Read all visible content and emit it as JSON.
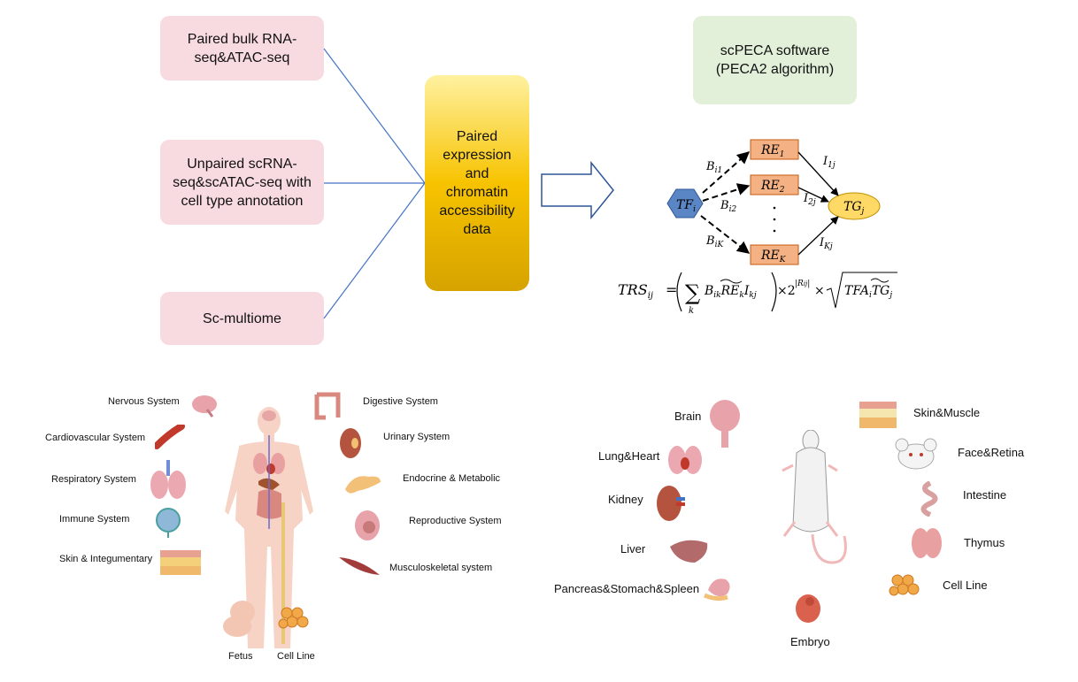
{
  "inputs": {
    "bulk": "Paired bulk RNA-\nseq&ATAC-seq",
    "unpaired": "Unpaired scRNA-\nseq&scATAC-seq with\ncell type annotation",
    "multiome": "Sc-multiome"
  },
  "central": "Paired\nexpression\nand\nchromatin\naccessibility\ndata",
  "software": "scPECA software\n(PECA2 algorithm)",
  "network": {
    "tf": "TF",
    "tf_sub": "i",
    "tg": "TG",
    "tg_sub": "j",
    "re1": "RE",
    "re1_sub": "1",
    "re2": "RE",
    "re2_sub": "2",
    "rek": "RE",
    "rek_sub": "K",
    "b1": "B",
    "b1_sub": "i1",
    "b2": "B",
    "b2_sub": "i2",
    "bk": "B",
    "bk_sub": "iK",
    "i1": "I",
    "i1_sub": "1j",
    "i2": "I",
    "i2_sub": "2j",
    "ik": "I",
    "ik_sub": "Kj",
    "formula_lhs": "TRS",
    "formula_lhs_sub": "ij"
  },
  "human": {
    "left_labels": [
      "Nervous System",
      "Cardiovascular System",
      "Respiratory System",
      "Immune System",
      "Skin & Integumentary"
    ],
    "right_labels": [
      "Digestive System",
      "Urinary System",
      "Endocrine & Metabolic",
      "Reproductive System",
      "Musculoskeletal system"
    ],
    "bottom_labels": [
      "Fetus",
      "Cell Line"
    ]
  },
  "mouse": {
    "left_labels": [
      "Brain",
      "Lung&Heart",
      "Kidney",
      "Liver",
      "Pancreas&Stomach&Spleen"
    ],
    "right_labels": [
      "Skin&Muscle",
      "Face&Retina",
      "Intestine",
      "Thymus",
      "Cell Line"
    ],
    "bottom_label": "Embryo"
  },
  "colors": {
    "pink_box": "#f8dbe1",
    "green_box": "#e2f0d9",
    "tf_node": "#5b86c5",
    "re_node": "#f4b183",
    "tg_node": "#ffd966",
    "connector": "#4472c4"
  }
}
